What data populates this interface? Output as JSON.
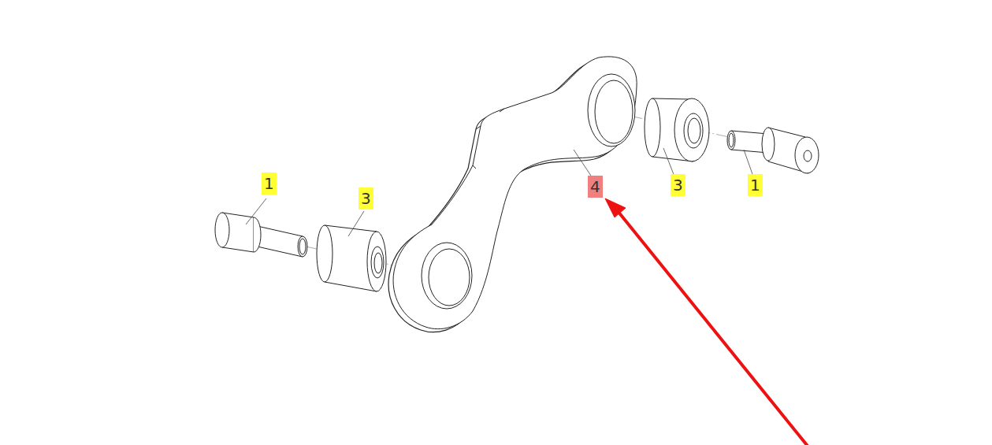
{
  "diagram": {
    "labels": [
      "1",
      "3",
      "4",
      "3",
      "1"
    ]
  }
}
